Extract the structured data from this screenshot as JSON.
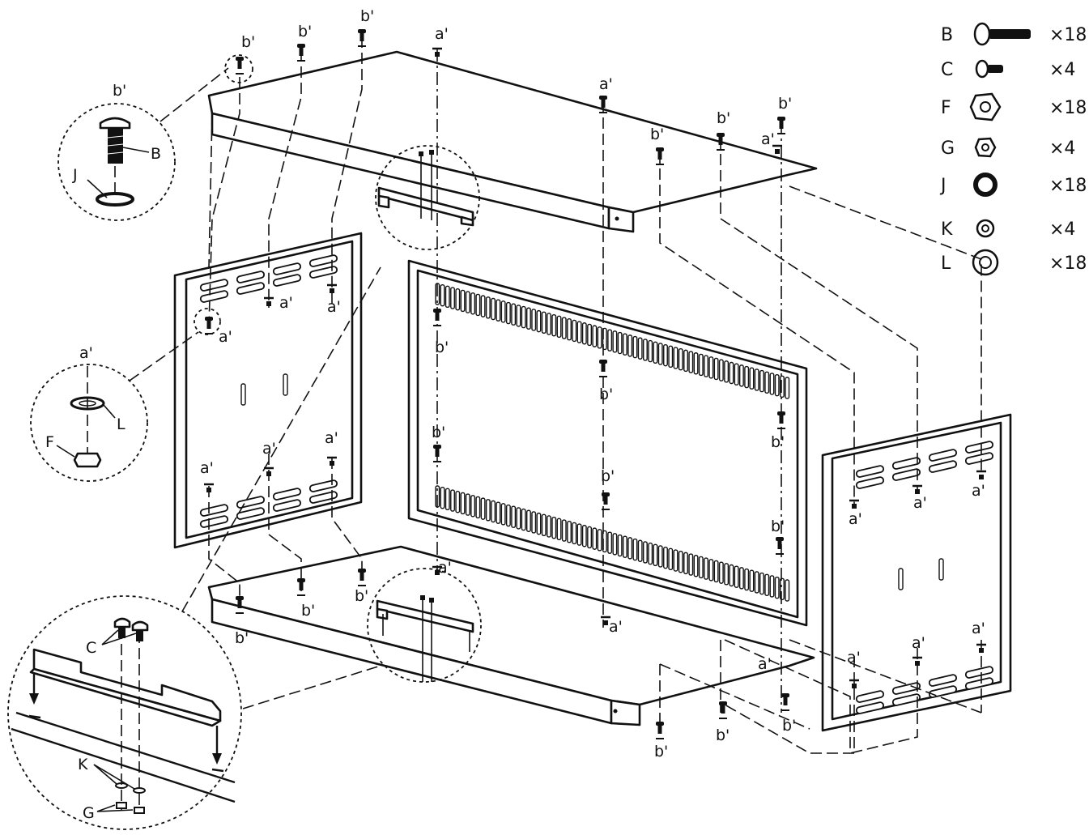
{
  "labels": {
    "a": "a'",
    "b": "b'",
    "B": "B",
    "C": "C",
    "F": "F",
    "G": "G",
    "J": "J",
    "K": "K",
    "L": "L"
  },
  "parts_list": [
    {
      "letter": "B",
      "qty": "×18",
      "icon": "screw-long-icon"
    },
    {
      "letter": "C",
      "qty": "×4",
      "icon": "screw-short-icon"
    },
    {
      "letter": "F",
      "qty": "×18",
      "icon": "hex-nut-large-icon"
    },
    {
      "letter": "G",
      "qty": "×4",
      "icon": "hex-nut-small-icon"
    },
    {
      "letter": "J",
      "qty": "×18",
      "icon": "lock-washer-icon"
    },
    {
      "letter": "K",
      "qty": "×4",
      "icon": "washer-small-icon"
    },
    {
      "letter": "L",
      "qty": "×18",
      "icon": "washer-flat-icon"
    }
  ]
}
